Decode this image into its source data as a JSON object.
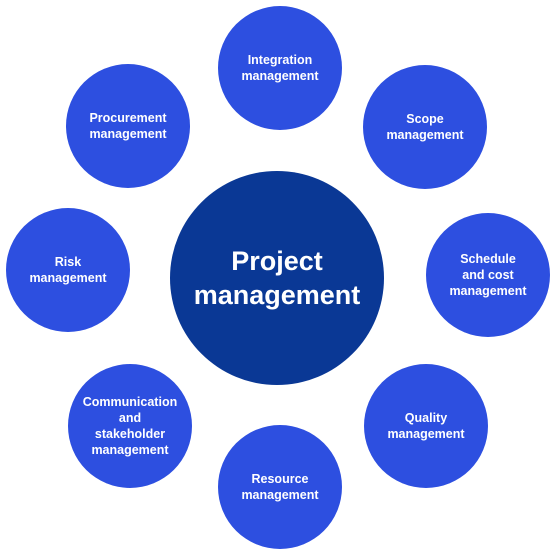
{
  "center": {
    "label": "Project\nmanagement",
    "color": "#0a3895"
  },
  "outer_color": "#2d4fe0",
  "areas": {
    "integration": "Integration\nmanagement",
    "scope": "Scope\nmanagement",
    "schedule": "Schedule\nand cost\nmanagement",
    "quality": "Quality\nmanagement",
    "resource": "Resource\nmanagement",
    "communication": "Communication\nand\nstakeholder\nmanagement",
    "risk": "Risk\nmanagement",
    "procurement": "Procurement\nmanagement"
  }
}
